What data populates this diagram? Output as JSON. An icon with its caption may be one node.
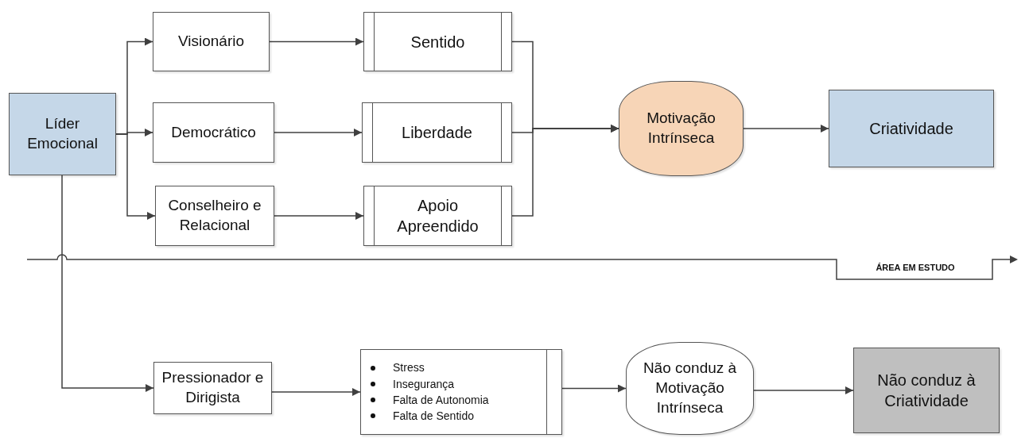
{
  "diagram": {
    "nodes": [
      {
        "text": [
          "Líder Emocional"
        ]
      },
      {
        "text": [
          "Visionário"
        ]
      },
      {
        "text": [
          "Democrático"
        ]
      },
      {
        "text": [
          "Conselheiro e Relacional"
        ]
      },
      {
        "text": [
          "Sentido"
        ]
      },
      {
        "text": [
          "Liberdade"
        ]
      },
      {
        "text": [
          "Apoio Apreendido"
        ]
      },
      {
        "text": [
          "Motivação Intrínseca"
        ]
      },
      {
        "text": [
          "Criatividade"
        ]
      },
      {
        "text": [
          "Pressionador e Dirigista"
        ]
      },
      {
        "text": [
          "Stress",
          "Insegurança",
          "Falta de Autonomia",
          "Falta de Sentido"
        ]
      },
      {
        "text": [
          "Não conduz à Motivação Intrínseca"
        ]
      },
      {
        "text": [
          "Não conduz à Criatividade"
        ]
      }
    ],
    "edges": [
      {
        "from": 0,
        "to": 1,
        "arrow": "to"
      },
      {
        "from": 0,
        "to": 2,
        "arrow": "to"
      },
      {
        "from": 0,
        "to": 3,
        "arrow": "to"
      },
      {
        "from": 1,
        "to": 4,
        "arrow": "to"
      },
      {
        "from": 2,
        "to": 5,
        "arrow": "to"
      },
      {
        "from": 3,
        "to": 6,
        "arrow": "to"
      },
      {
        "from": 4,
        "to": 7,
        "arrow": "to"
      },
      {
        "from": 5,
        "to": 7,
        "arrow": "to"
      },
      {
        "from": 6,
        "to": 7,
        "arrow": "to"
      },
      {
        "from": 7,
        "to": 8,
        "arrow": "to"
      },
      {
        "from": 0,
        "to": 9,
        "arrow": "to"
      },
      {
        "from": 9,
        "to": 10,
        "arrow": "to"
      },
      {
        "from": 10,
        "to": 11,
        "arrow": "to"
      },
      {
        "from": 11,
        "to": 12,
        "arrow": "to"
      }
    ],
    "labels": [
      "ÁREA EM ESTUDO"
    ]
  }
}
